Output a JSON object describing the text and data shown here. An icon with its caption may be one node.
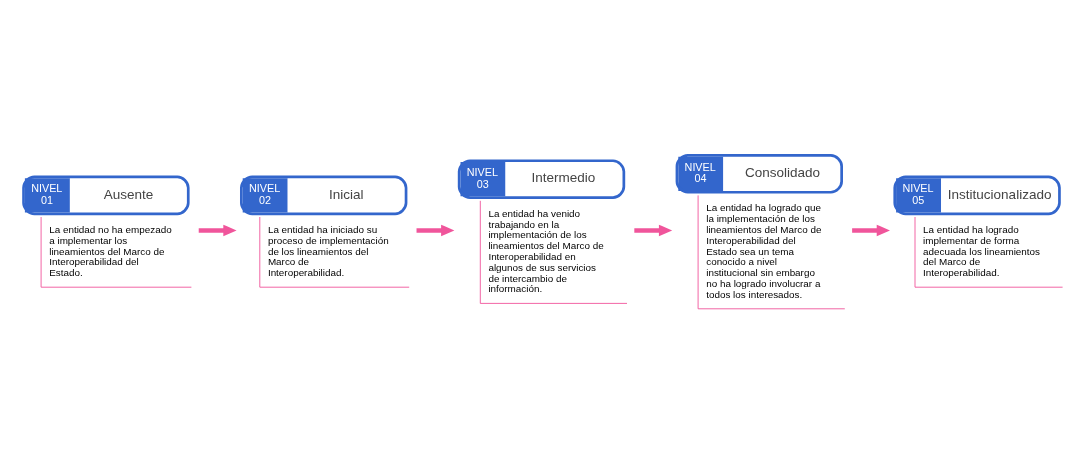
{
  "diagram": {
    "nodes": [
      {
        "text": [
          "NIVEL 01",
          "Ausente",
          "La entidad no ha empezado a implementar los lineamientos del Marco de Interoperabilidad del Estado."
        ]
      },
      {
        "text": [
          "NIVEL 02",
          "Inicial",
          "La entidad ha iniciado su proceso de implementación de los lineamientos del Marco de Interoperabilidad."
        ]
      },
      {
        "text": [
          "NIVEL 03",
          "Intermedio",
          "La entidad ha venido trabajando en la implementación de los lineamientos del Marco de Interoperabilidad en algunos de sus servicios de intercambio de información."
        ]
      },
      {
        "text": [
          "NIVEL 04",
          "Consolidado",
          "La entidad ha logrado que la implementación de los lineamientos del Marco de Interoperabilidad del Estado sea un tema conocido a nivel institucional sin embargo no ha logrado involucrar a todos los interesados."
        ]
      },
      {
        "text": [
          "NIVEL 05",
          "Institucionalizado",
          "La entidad ha logrado implementar de forma adecuada los lineamientos del Marco de Interoperabilidad."
        ]
      }
    ],
    "edges": [
      {
        "from": 0,
        "to": 1,
        "arrow": "to"
      },
      {
        "from": 1,
        "to": 2,
        "arrow": "to"
      },
      {
        "from": 2,
        "to": 3,
        "arrow": "to"
      },
      {
        "from": 3,
        "to": 4,
        "arrow": "to"
      }
    ]
  }
}
